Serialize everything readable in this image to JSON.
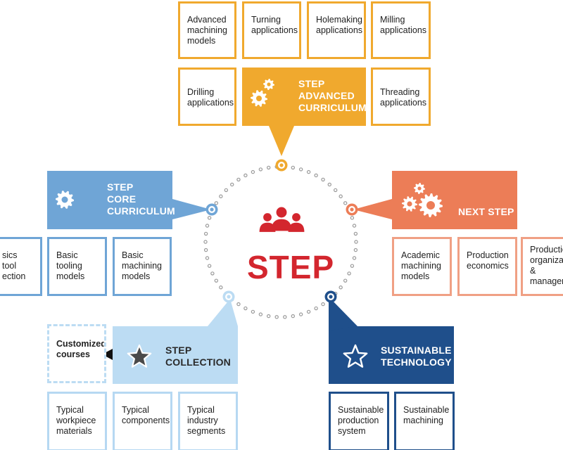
{
  "center": {
    "word": "STEP"
  },
  "colors": {
    "orange": "#f0a92e",
    "blue": "#6fa5d6",
    "coral": "#ec7d57",
    "light": "#bcdcf3",
    "navy": "#1f4f8b",
    "red": "#d3262e",
    "ring": "#9a9a9a"
  },
  "sections": {
    "advanced": {
      "title": [
        "STEP",
        "ADVANCED",
        "CURRICULUM"
      ],
      "icon": "gears-icon",
      "items": [
        [
          "Advanced",
          "machining",
          "models"
        ],
        [
          "Turning",
          "applications"
        ],
        [
          "Holemaking",
          "applications"
        ],
        [
          "Milling",
          "applications"
        ],
        [
          "Drilling",
          "applications"
        ],
        [
          "Threading",
          "applications"
        ]
      ]
    },
    "core": {
      "title": [
        "STEP",
        "CORE",
        "CURRICULUM"
      ],
      "icon": "gear-icon",
      "items": [
        [
          "sics",
          "tool",
          "ection"
        ],
        [
          "Basic",
          "tooling",
          "models"
        ],
        [
          "Basic",
          "machining",
          "models"
        ]
      ]
    },
    "next": {
      "title": [
        "NEXT STEP"
      ],
      "icon": "gears-icon",
      "items": [
        [
          "Academic",
          "machining",
          "models"
        ],
        [
          "Production",
          "economics"
        ],
        [
          "Productio",
          "organizat",
          "&",
          "managem"
        ]
      ]
    },
    "collection": {
      "title": [
        "STEP",
        "COLLECTION"
      ],
      "icon": "star-icon",
      "items": [
        [
          "Typical",
          "workpiece",
          "materials"
        ],
        [
          "Typical",
          "components"
        ],
        [
          "Typical",
          "industry",
          "segments"
        ]
      ],
      "custom": [
        "Customized",
        "courses"
      ]
    },
    "sustainable": {
      "title": [
        "SUSTAINABLE",
        "TECHNOLOGY"
      ],
      "icon": "star-icon",
      "items": [
        [
          "Sustainable",
          "production",
          "system"
        ],
        [
          "Sustainable",
          "machining"
        ]
      ]
    }
  }
}
